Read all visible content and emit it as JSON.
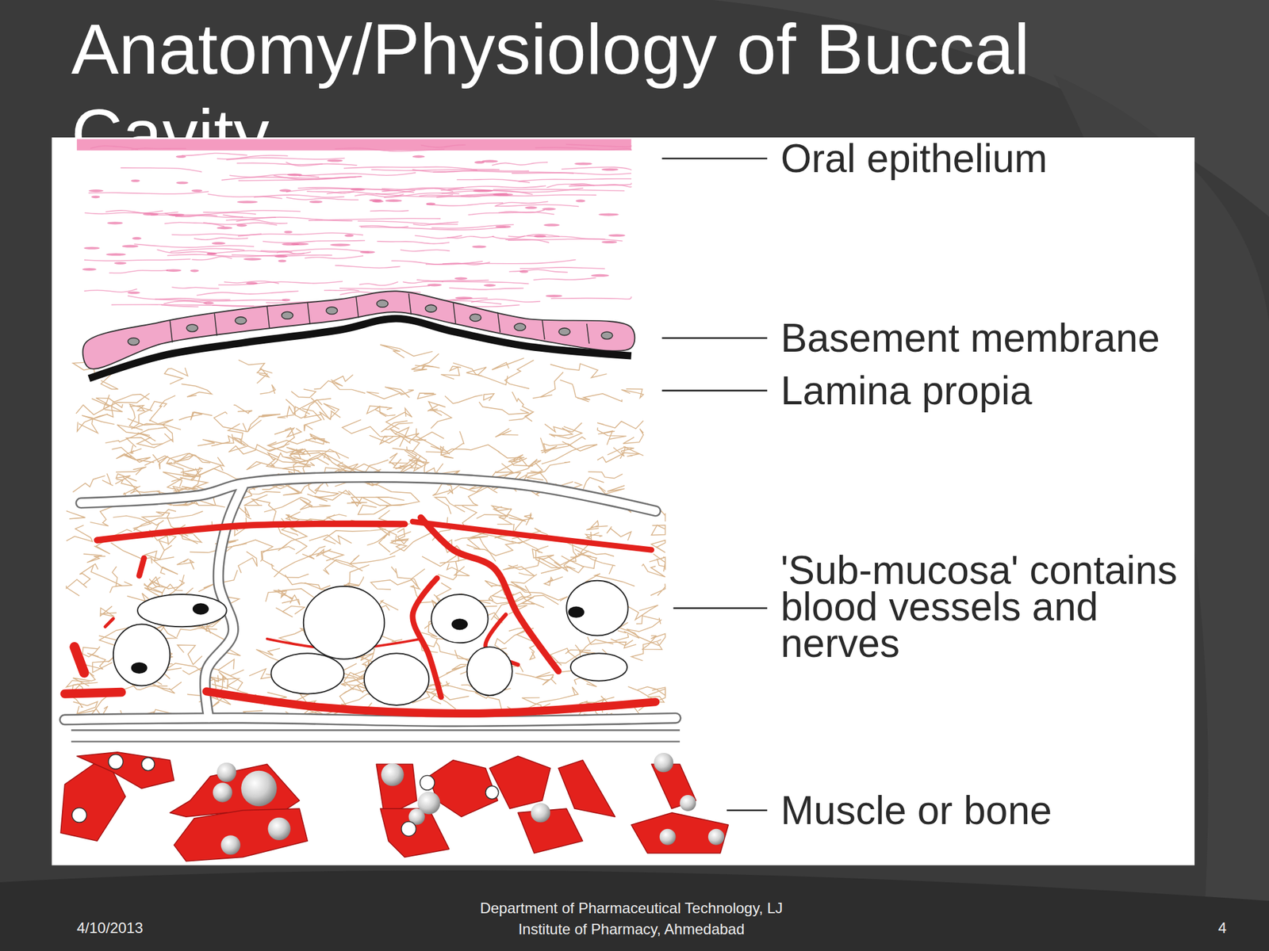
{
  "diagram": {
    "title": "Anatomy/Physiology of Buccal Cavity",
    "labels": [
      "Oral epithelium",
      "Basement membrane",
      "Lamina propia",
      "'Sub-mucosa' contains blood vessels and nerves",
      "Muscle or bone",
      "4/10/2013",
      "Department of Pharmaceutical Technology, LJ Institute of Pharmacy, Ahmedabad",
      "4"
    ]
  }
}
